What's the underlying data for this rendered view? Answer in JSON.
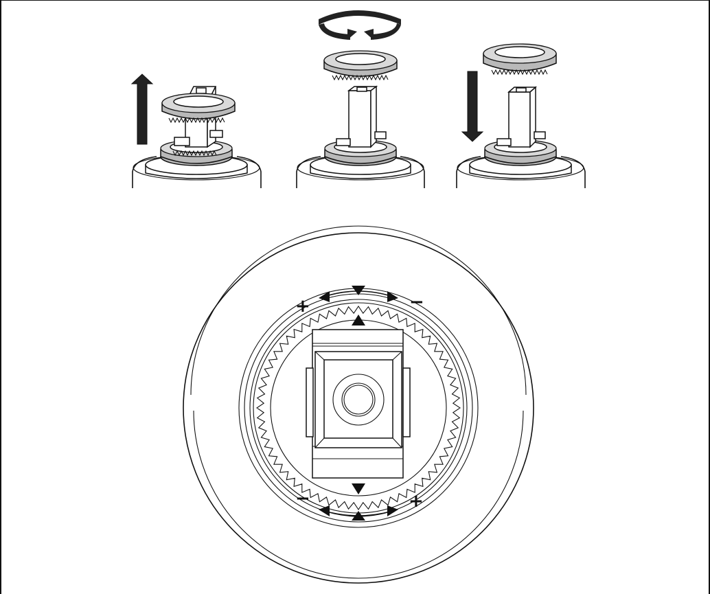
{
  "figure": {
    "type": "line-art instruction diagram",
    "colors": {
      "line": "#111111",
      "fill_gray": "#b9b9b9",
      "fill_light": "#d9d9d9",
      "background": "#ffffff"
    },
    "steps": [
      {
        "id": "step-1",
        "arrow": "up-arrow-icon"
      },
      {
        "id": "step-2",
        "arrow": "rotate-arrow-icon"
      },
      {
        "id": "step-3",
        "arrow": "down-arrow-icon"
      }
    ],
    "detail": {
      "symbols": {
        "plus": "+",
        "minus": "−"
      }
    }
  }
}
